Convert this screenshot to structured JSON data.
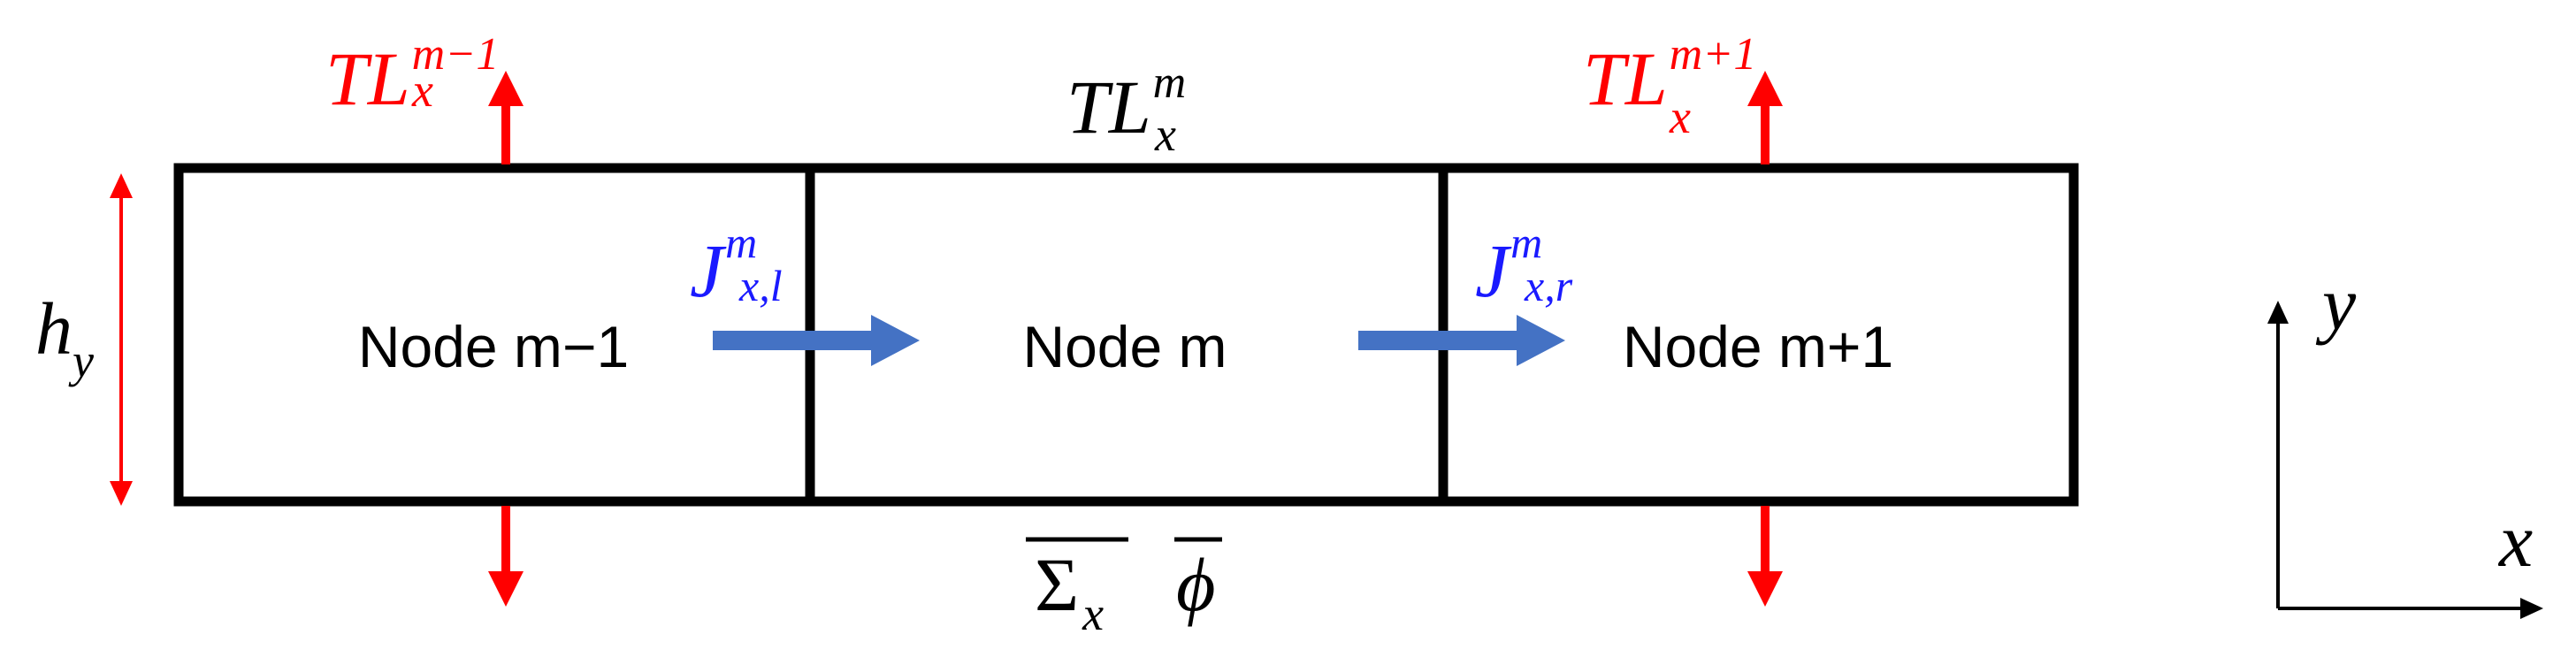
{
  "nodes": [
    {
      "label": "Node m−1"
    },
    {
      "label": "Node m"
    },
    {
      "label": "Node m+1"
    }
  ],
  "leakage": {
    "left": {
      "base": "TL",
      "sub": "x",
      "sup": "m−1"
    },
    "center": {
      "base": "TL",
      "sub": "x",
      "sup": "m"
    },
    "right": {
      "base": "TL",
      "sub": "x",
      "sup": "m+1"
    }
  },
  "currents": {
    "left": {
      "base": "J",
      "sub": "x,l",
      "sup": "m"
    },
    "right": {
      "base": "J",
      "sub": "x,r",
      "sup": "m"
    }
  },
  "height": {
    "base": "h",
    "sub": "y"
  },
  "cross_section": {
    "base": "Σ",
    "sub": "x"
  },
  "flux": {
    "base": "ϕ"
  },
  "axes": {
    "x": "x",
    "y": "y"
  },
  "colors": {
    "box": "#000000",
    "leakage": "#ff0000",
    "current_arrow": "#4472c4",
    "current_text": "#1a1aff",
    "text": "#000000"
  }
}
